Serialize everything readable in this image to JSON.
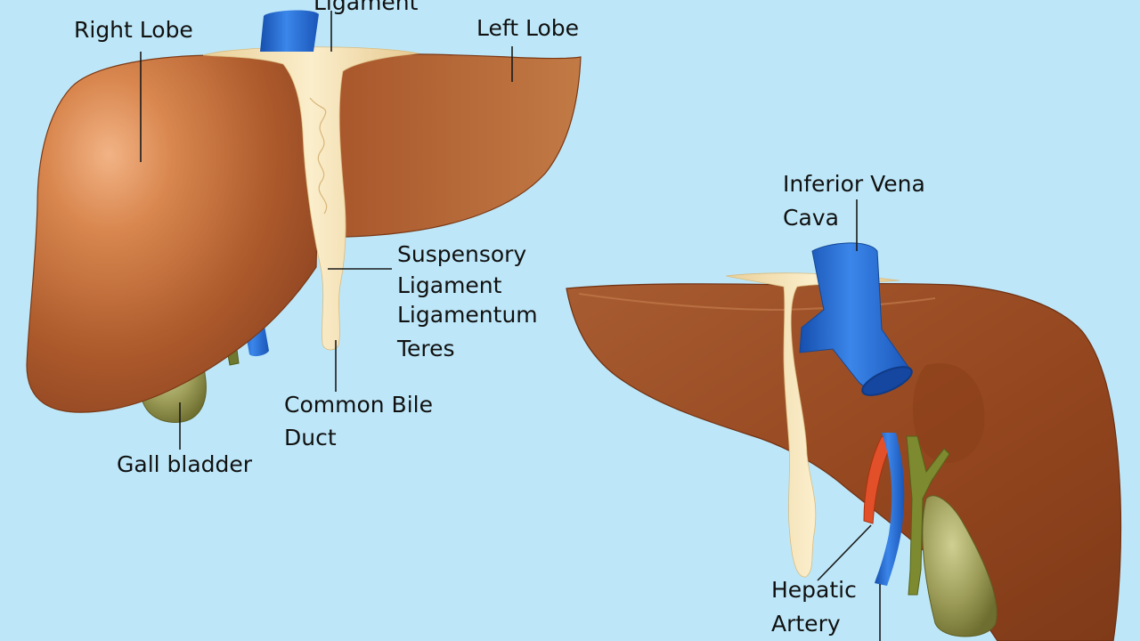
{
  "labels": {
    "top_ligament": "Ligament",
    "right_lobe": "Right Lobe",
    "left_lobe": "Left Lobe",
    "suspensory_line1": "Suspensory",
    "suspensory_line2": "Ligament",
    "teres_line1": "Ligamentum",
    "teres_line2": "Teres",
    "common_bile_line1": "Common Bile",
    "common_bile_line2": "Duct",
    "gall_bladder": "Gall bladder",
    "ivc_line1": "Inferior Vena",
    "ivc_line2": "Cava",
    "hepatic_line1": "Hepatic",
    "hepatic_line2": "Artery"
  },
  "colors": {
    "background": "#bde7f8",
    "liver": "#a9582b",
    "liver_dark": "#7c3a17",
    "ligament": "#f5e2b5",
    "vein": "#1f62c9",
    "artery": "#e2502a",
    "gallbladder": "#7d7d3b"
  }
}
